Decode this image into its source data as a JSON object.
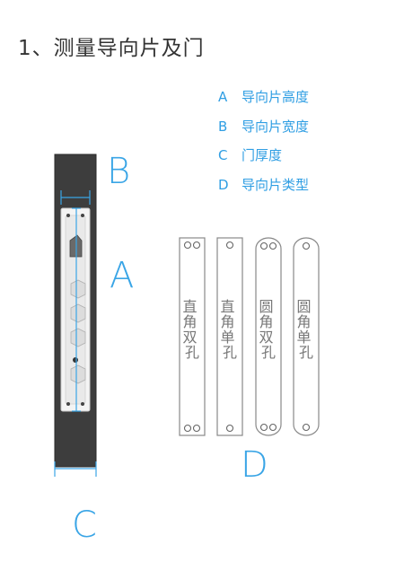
{
  "title": "1、测量导向片及门",
  "legend": [
    {
      "key": "A",
      "label": "导向片高度"
    },
    {
      "key": "B",
      "label": "导向片宽度"
    },
    {
      "key": "C",
      "label": "门厚度"
    },
    {
      "key": "D",
      "label": "导向片类型"
    }
  ],
  "dimension_labels": {
    "a": "A",
    "b": "B",
    "c": "C",
    "d": "D"
  },
  "plate_types": [
    {
      "label": "直角双孔"
    },
    {
      "label": "直角单孔"
    },
    {
      "label": "圆角双孔"
    },
    {
      "label": "圆角单孔"
    }
  ],
  "colors": {
    "accent": "#2f9ee3",
    "door": "#3d3d3d",
    "plate_outline": "#888888",
    "title": "#333333"
  }
}
